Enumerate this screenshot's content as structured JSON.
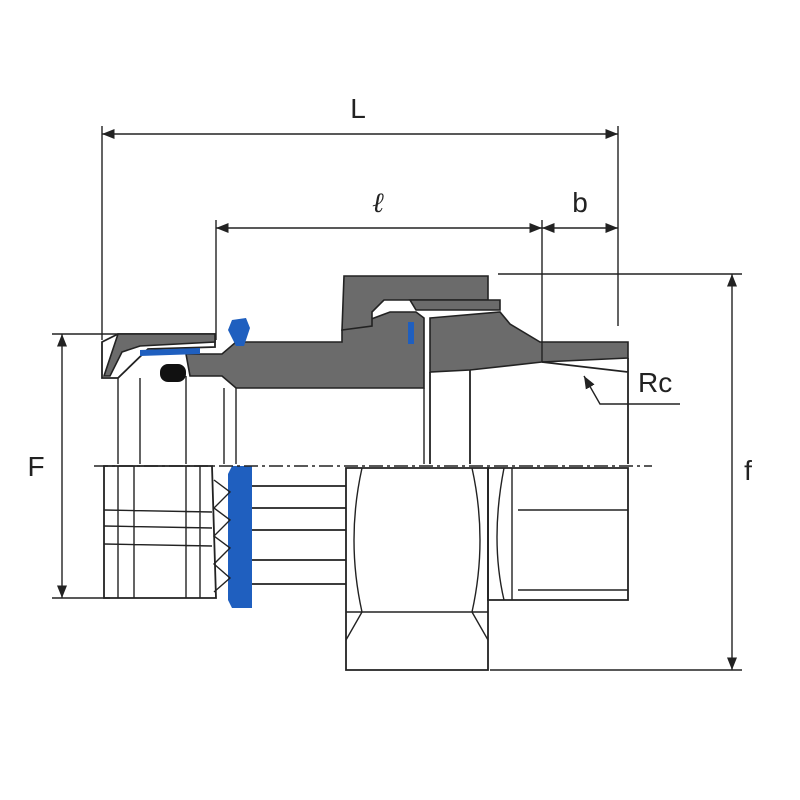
{
  "dimensions": {
    "overall_length": "L",
    "insertion_length": "ℓ",
    "thread_length": "b",
    "outer_diameter_left": "F",
    "outer_diameter_right": "f",
    "thread_label": "Rc"
  },
  "colors": {
    "line": "#222222",
    "body_fill": "#6b6b6b",
    "ring_accent": "#1f5fbf",
    "seal": "#111111",
    "background": "#ffffff"
  }
}
